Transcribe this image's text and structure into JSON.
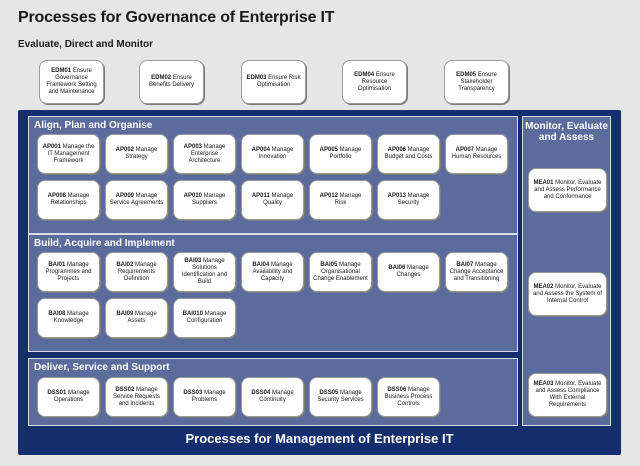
{
  "header": {
    "title": "Processes for Governance of Enterprise IT",
    "subtitle": "Evaluate, Direct and Monitor"
  },
  "edm": [
    {
      "id": "EDM01",
      "text": "Ensure Governance Framework Setting and Maintenance"
    },
    {
      "id": "EDM02",
      "text": "Ensure Benefits Delivery"
    },
    {
      "id": "EDM03",
      "text": "Ensure Risk Optimisation"
    },
    {
      "id": "EDM04",
      "text": "Ensure Resource Optimisation"
    },
    {
      "id": "EDM05",
      "text": "Ensure Stakeholder Transparency"
    }
  ],
  "apo": {
    "title": "Align, Plan and Organise",
    "items": [
      {
        "id": "AP001",
        "text": "Manage the IT Management Framework"
      },
      {
        "id": "AP002",
        "text": "Manage Strategy"
      },
      {
        "id": "AP003",
        "text": "Manage Enterprise Architecture"
      },
      {
        "id": "AP004",
        "text": "Manage Innovation"
      },
      {
        "id": "AP005",
        "text": "Manage Portfolio"
      },
      {
        "id": "AP006",
        "text": "Manage Budget and Costs"
      },
      {
        "id": "AP007",
        "text": "Manage Human Resources"
      },
      {
        "id": "AP008",
        "text": "Manage Relationships"
      },
      {
        "id": "AP009",
        "text": "Manage Service Agreements"
      },
      {
        "id": "AP010",
        "text": "Manage Suppliers"
      },
      {
        "id": "AP011",
        "text": "Manage Quality"
      },
      {
        "id": "AP012",
        "text": "Manage Risk"
      },
      {
        "id": "AP013",
        "text": "Manage Security"
      }
    ]
  },
  "bai": {
    "title": "Build, Acquire and Implement",
    "items": [
      {
        "id": "BAI01",
        "text": "Manage Programmes and Projects"
      },
      {
        "id": "BAI02",
        "text": "Manage Requirements Definition"
      },
      {
        "id": "BAI03",
        "text": "Manage Solutions Identification and Build"
      },
      {
        "id": "BAI04",
        "text": "Manage Availability and Capacity"
      },
      {
        "id": "BAI05",
        "text": "Manage Organisational Change Enablement"
      },
      {
        "id": "BAI06",
        "text": "Manage Changes"
      },
      {
        "id": "BAI07",
        "text": "Manage Change Acceptance and Transitioning"
      },
      {
        "id": "BAI08",
        "text": "Manage Knowledge"
      },
      {
        "id": "BAI09",
        "text": "Manage Assets"
      },
      {
        "id": "BAI010",
        "text": "Manage Configuration"
      }
    ]
  },
  "dss": {
    "title": "Deliver, Service and Support",
    "items": [
      {
        "id": "DSS01",
        "text": "Manage Operations"
      },
      {
        "id": "DSS02",
        "text": "Manage Service Requests and Incidents"
      },
      {
        "id": "DSS03",
        "text": "Manage Problems"
      },
      {
        "id": "DSS04",
        "text": "Manage Continuity"
      },
      {
        "id": "DSS05",
        "text": "Manage Security Services"
      },
      {
        "id": "DSS06",
        "text": "Manage Business Process Controls"
      }
    ]
  },
  "mea": {
    "title": "Monitor, Evaluate\nand Assess",
    "items": [
      {
        "id": "MEA01",
        "text": "Monitor, Evaluate and Assess Performance and Conformance"
      },
      {
        "id": "MEA02",
        "text": "Monitor, Evaluate and Assess the System of Internal Control"
      },
      {
        "id": "MEA03",
        "text": "Monitor, Evaluate and Assess Compliance With External Requirements"
      }
    ]
  },
  "footer": {
    "title": "Processes for Management of Enterprise IT"
  },
  "colors": {
    "frame": "#142e6e",
    "section": "#5a6b9c"
  }
}
